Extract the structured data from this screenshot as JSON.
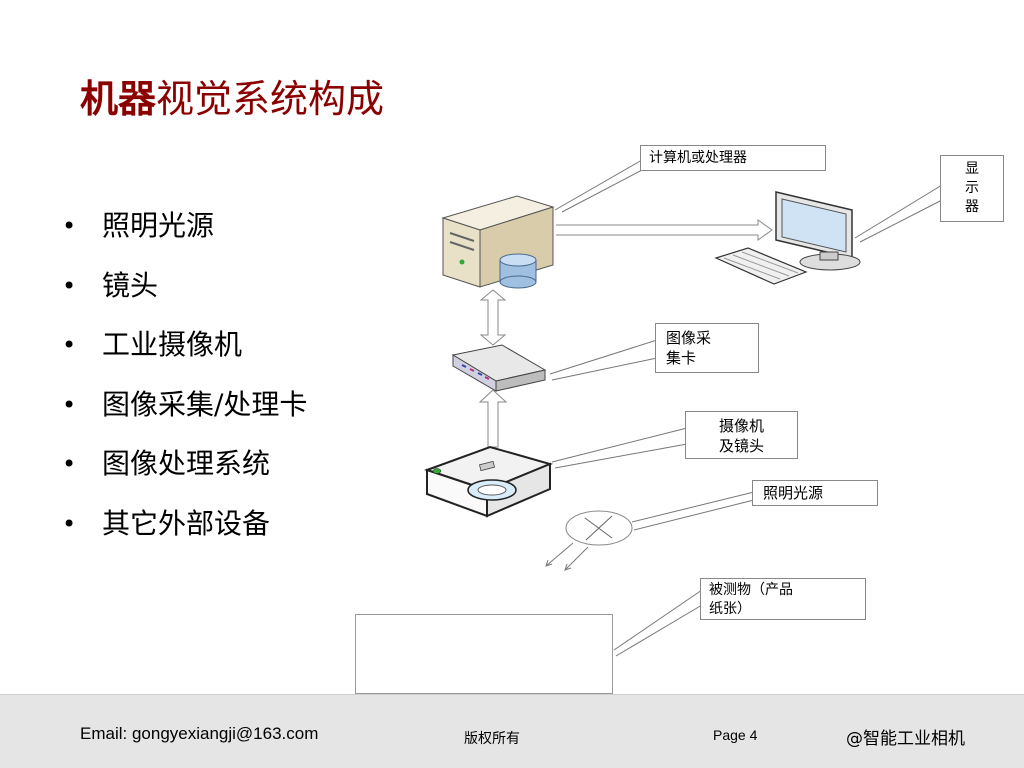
{
  "slide": {
    "title_highlight": "机器",
    "title_rest": "视觉系统构成",
    "bullet_glyph": "•",
    "bullets": [
      {
        "label": "照明光源"
      },
      {
        "label": "镜头"
      },
      {
        "label": "工业摄像机"
      },
      {
        "label": "图像采集/处理卡"
      },
      {
        "label": "图像处理系统"
      },
      {
        "label": "其它外部设备"
      }
    ]
  },
  "diagram": {
    "callouts": {
      "computer": "计算机或处理器",
      "monitor_lines": [
        "显",
        "示",
        "器"
      ],
      "grabber_lines": [
        "图像采",
        "集卡"
      ],
      "camera_lines": [
        "摄像机",
        "及镜头"
      ],
      "light": "照明光源",
      "object_lines": [
        "被测物（产品",
        "纸张）"
      ]
    },
    "icons": [
      "server-icon",
      "database-icon",
      "monitor-icon",
      "keyboard-icon",
      "frame-grabber-icon",
      "camera-icon",
      "light-source-icon"
    ]
  },
  "footer": {
    "email": "Email: gongyexiangji@163.com",
    "copyright": "版权所有",
    "page": "Page 4",
    "brand": "@智能工业相机"
  },
  "colors": {
    "title": "#8b0000",
    "footer_bg": "#e5e5e5",
    "footer_panel": "#d6d6d6",
    "server_body": "#e9e0c8",
    "database": "#9fc0e0"
  }
}
